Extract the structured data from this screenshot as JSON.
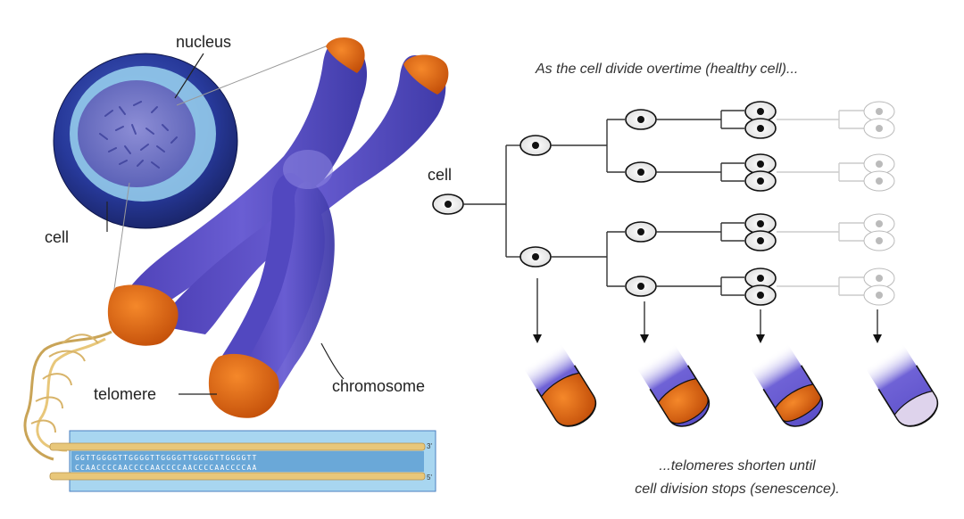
{
  "labels": {
    "nucleus": "nucleus",
    "cell_left": "cell",
    "telomere": "telomere",
    "chromosome": "chromosome",
    "cell_right": "cell"
  },
  "captions": {
    "top": "As the cell divide overtime (healthy cell)...",
    "bottom_line1": "...telomeres shorten until",
    "bottom_line2": "cell division stops (senescence)."
  },
  "dna": {
    "strand_top": "GGTTGGGGTTGGGGTTGGGGTTGGGGTTGGGGTT",
    "strand_bottom": "CCAACCCCAACCCCAACCCCAACCCCAACCCCAA",
    "end_top": "3'",
    "end_bottom": "5'"
  },
  "colors": {
    "chromosome": "#5a4fc4",
    "telomere": "#e0620e",
    "cell_outer": "#2a3f9e",
    "cell_ring": "#8fd0ee",
    "dna_strand": "#e8c77a",
    "dna_box": "#9fd0ee"
  }
}
